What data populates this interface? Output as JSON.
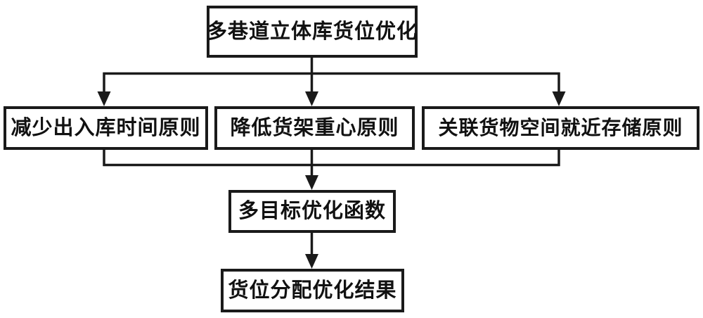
{
  "diagram": {
    "nodes": {
      "root": {
        "label": "多巷道立体库货位优化"
      },
      "p_time": {
        "label": "减少出入库时间原则"
      },
      "p_gravity": {
        "label": "降低货架重心原则"
      },
      "p_related": {
        "label": "关联货物空间就近存储原则"
      },
      "objective": {
        "label": "多目标优化函数"
      },
      "result": {
        "label": "货位分配优化结果"
      }
    },
    "colors": {
      "line": "#1a1a1a",
      "border": "#1a1a1a",
      "text": "#111111",
      "background": "#ffffff"
    }
  }
}
